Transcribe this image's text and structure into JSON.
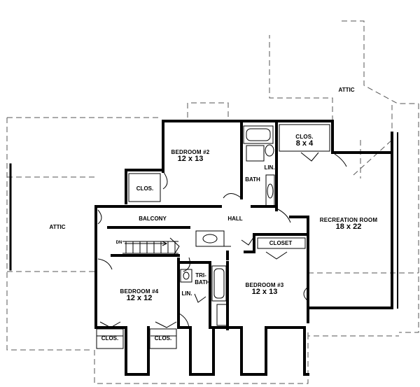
{
  "plan": {
    "rooms": {
      "bedroom2": {
        "name": "BEDROOM #2",
        "dims": "12 x 13"
      },
      "bedroom3": {
        "name": "BEDROOM #3",
        "dims": "12 x 13"
      },
      "bedroom4": {
        "name": "BEDROOM #4",
        "dims": "12 x 12"
      },
      "recreation": {
        "name": "RECREATION ROOM",
        "dims": "18 x 22"
      },
      "clos_top": {
        "name": "CLOS.",
        "dims": "8 x 4"
      }
    },
    "labels": {
      "attic_left": "ATTIC",
      "attic_top": "ATTIC",
      "clos_left": "CLOS.",
      "bath": "BATH",
      "lin_top": "LIN.",
      "balcony": "BALCONY",
      "hall": "HALL",
      "closet": "CLOSET",
      "tri": "TRI-",
      "tri_bath": "BATH",
      "lin_bottom": "LIN.",
      "dn": "DN",
      "clos_b1": "CLOS.",
      "clos_b2": "CLOS."
    }
  }
}
